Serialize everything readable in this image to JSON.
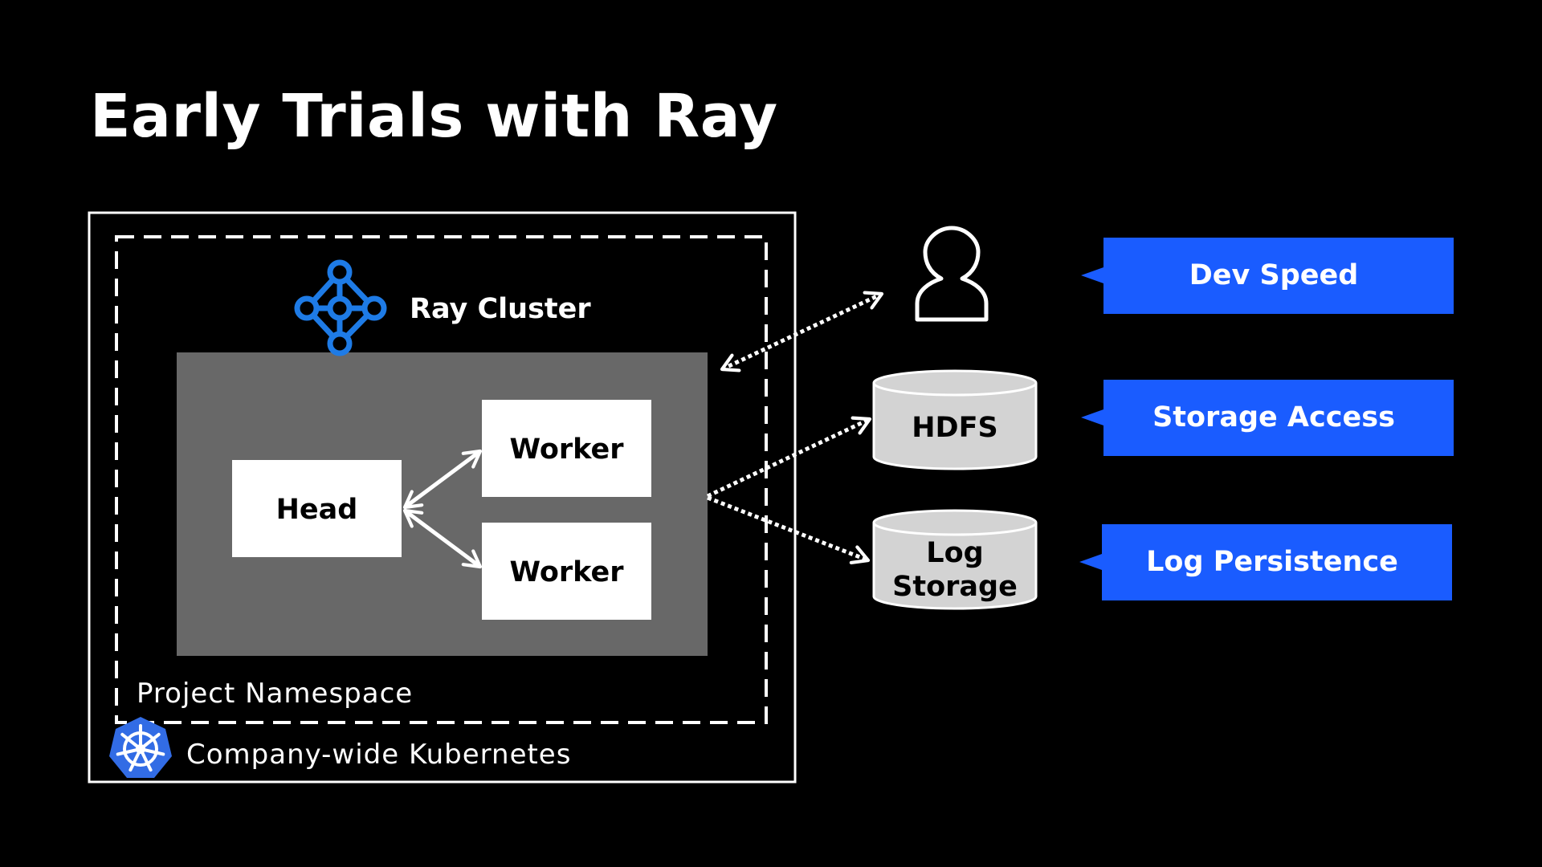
{
  "title": "Early Trials with Ray",
  "colors": {
    "background": "#000000",
    "accent_blue": "#1a5cff",
    "ray_blue": "#1e7be6",
    "k8s_blue": "#326ce5",
    "inner_panel": "#686868",
    "cylinder": "#d3d3d3"
  },
  "diagram": {
    "outer_box_label": "Company-wide Kubernetes",
    "namespace_label": "Project Namespace",
    "cluster_label": "Ray Cluster",
    "nodes": {
      "head": "Head",
      "worker_1": "Worker",
      "worker_2": "Worker"
    },
    "storage": {
      "hdfs": "HDFS",
      "log_line1": "Log",
      "log_line2": "Storage"
    },
    "icons": {
      "ray": "ray-logo-icon",
      "kubernetes": "kubernetes-helm-icon",
      "user": "user-icon"
    }
  },
  "callouts": [
    {
      "label": "Dev Speed"
    },
    {
      "label": "Storage Access"
    },
    {
      "label": "Log Persistence"
    }
  ]
}
